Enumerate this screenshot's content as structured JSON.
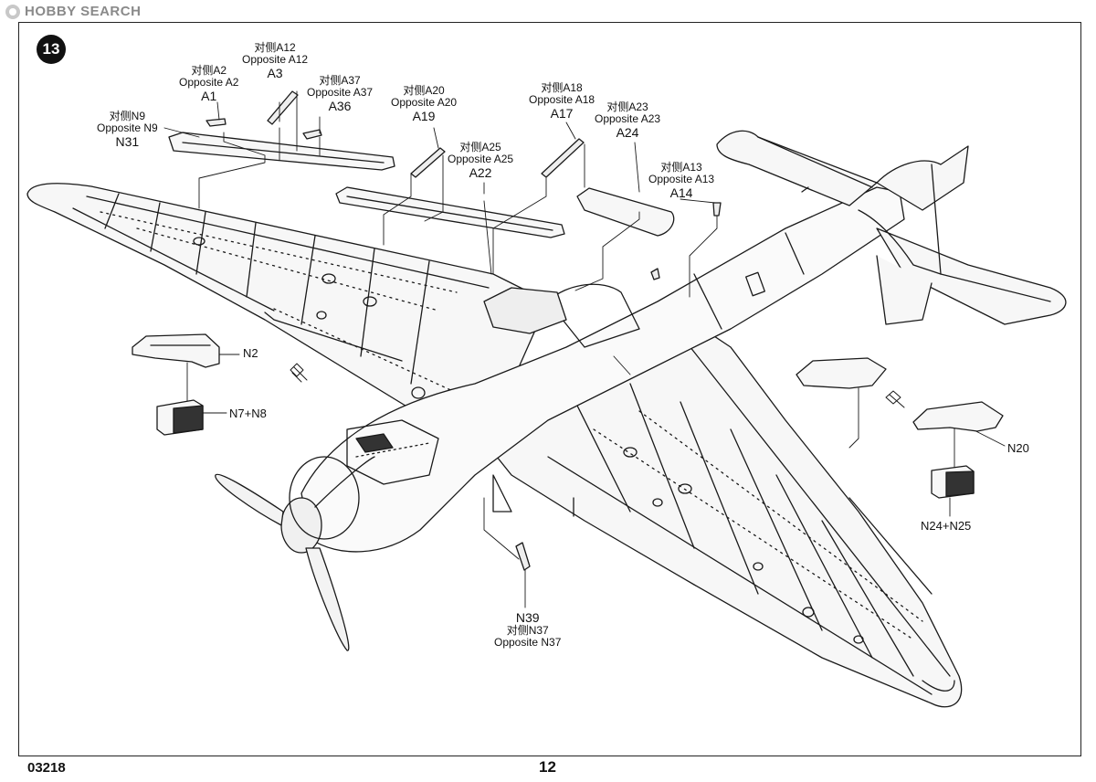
{
  "watermark": "HOBBY SEARCH",
  "step_number": "13",
  "footer": {
    "code": "03218",
    "page": "12"
  },
  "labels": {
    "a1": {
      "zh": "对侧A2",
      "en": "Opposite A2",
      "part": "A1"
    },
    "a3": {
      "zh": "对侧A12",
      "en": "Opposite A12",
      "part": "A3"
    },
    "a36": {
      "zh": "对侧A37",
      "en": "Opposite A37",
      "part": "A36"
    },
    "n31": {
      "zh": "对侧N9",
      "en": "Opposite N9",
      "part": "N31"
    },
    "a19": {
      "zh": "对侧A20",
      "en": "Opposite A20",
      "part": "A19"
    },
    "a22": {
      "zh": "对侧A25",
      "en": "Opposite A25",
      "part": "A22"
    },
    "a17": {
      "zh": "对侧A18",
      "en": "Opposite A18",
      "part": "A17"
    },
    "a24": {
      "zh": "对侧A23",
      "en": "Opposite A23",
      "part": "A24"
    },
    "a14": {
      "zh": "对侧A13",
      "en": "Opposite A13",
      "part": "A14"
    },
    "n2": "N2",
    "n7n8": "N7+N8",
    "n20": "N20",
    "n24n25": "N24+N25",
    "n39": {
      "part": "N39",
      "zh": "对侧N37",
      "en": "Opposite N37"
    }
  }
}
